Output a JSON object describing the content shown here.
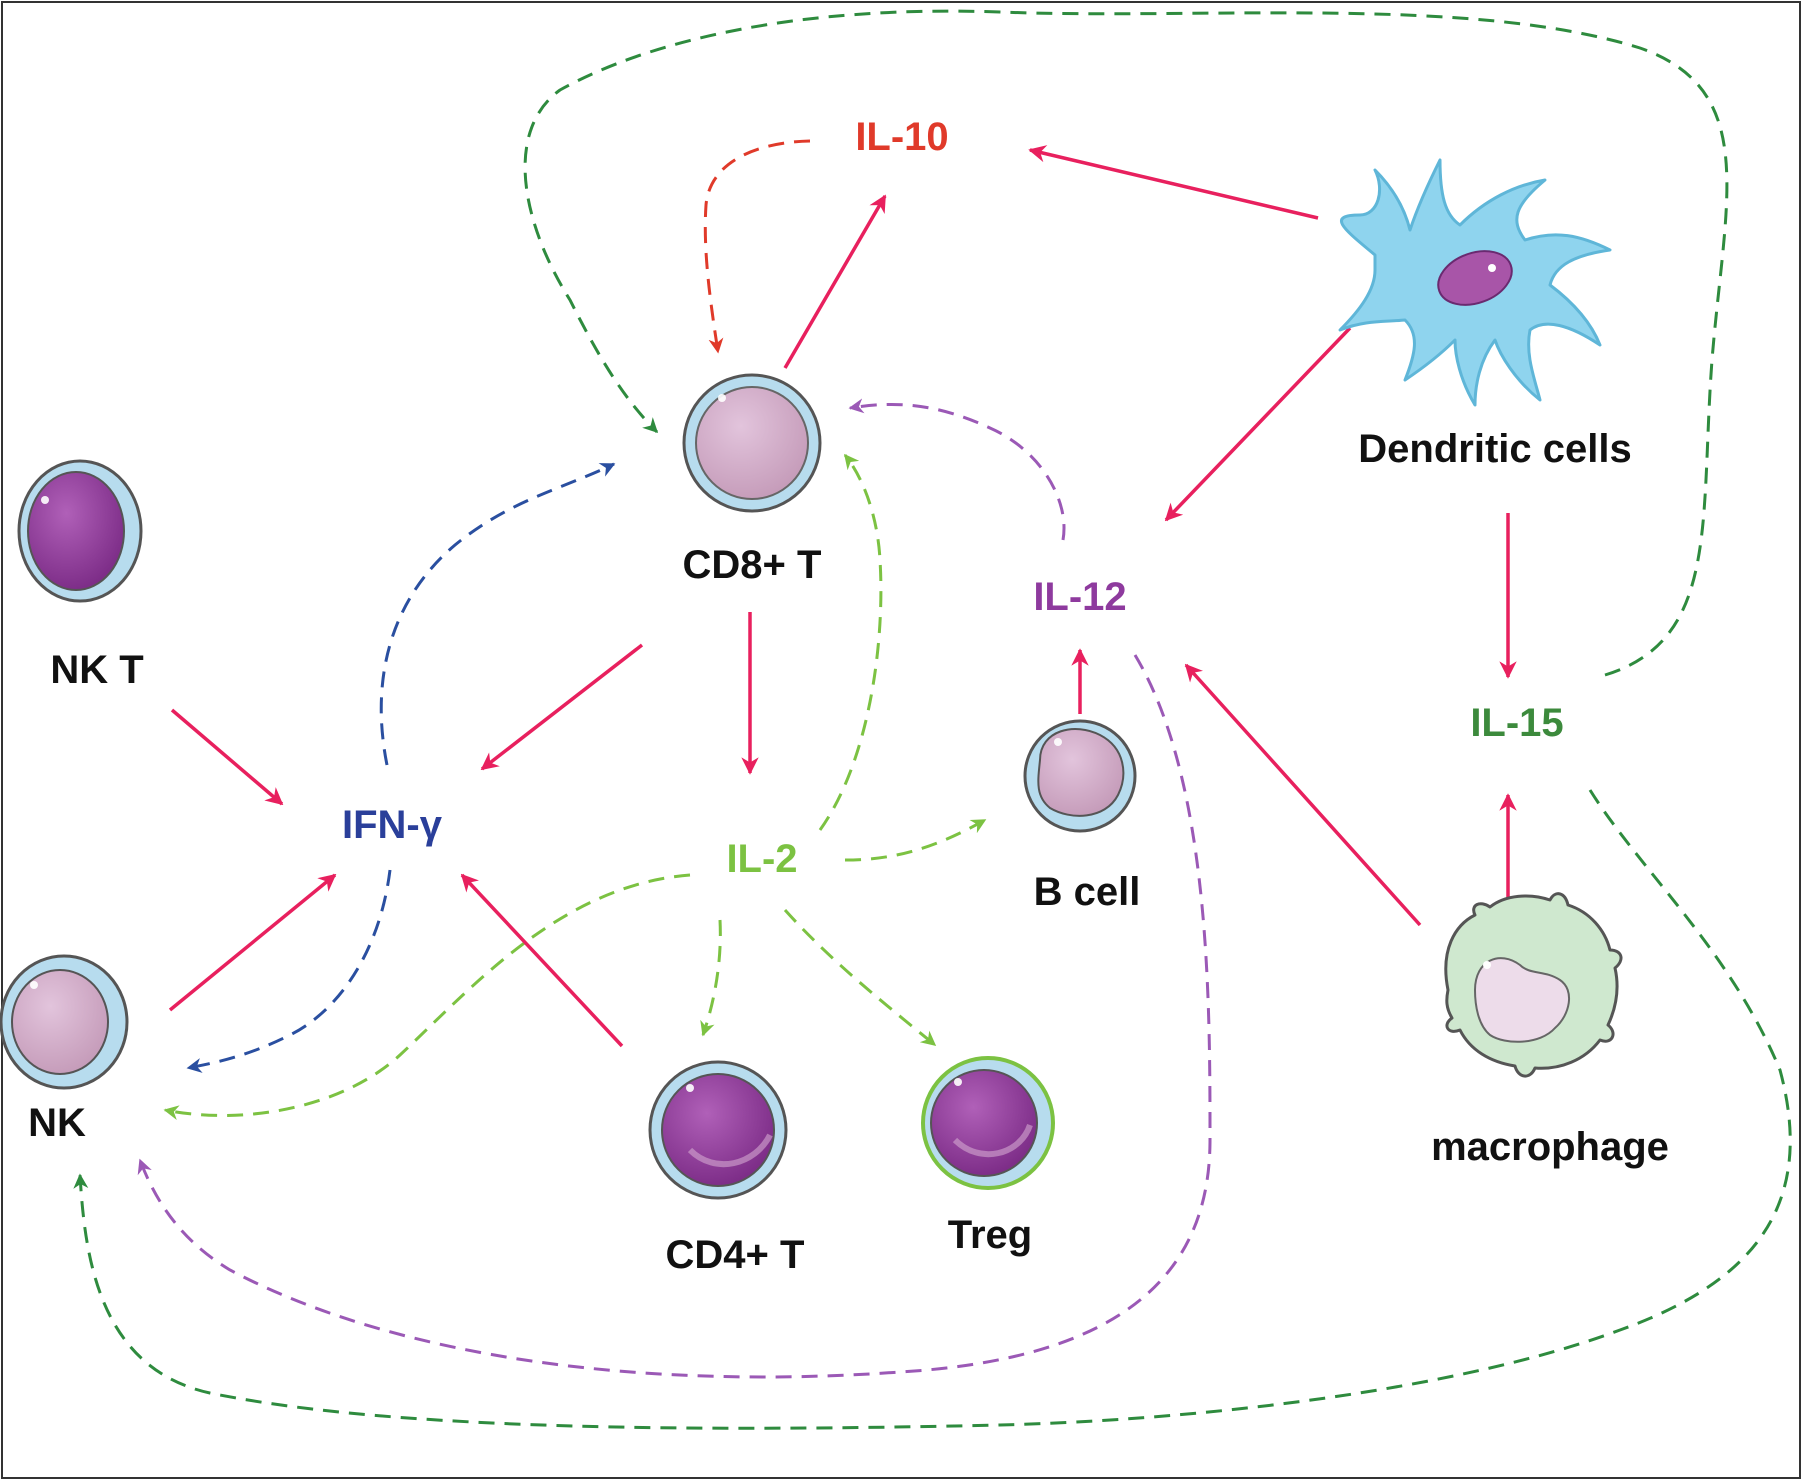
{
  "diagram": {
    "cells": {
      "nkt": "NK T",
      "nk": "NK",
      "cd8": "CD8+ T",
      "cd4": "CD4+ T",
      "treg": "Treg",
      "bcell": "B cell",
      "dendritic": "Dendritic cells",
      "macrophage": "macrophage"
    },
    "cytokines": {
      "il10": "IL-10",
      "il12": "IL-12",
      "il15": "IL-15",
      "il2": "IL-2",
      "ifng": "IFN-γ"
    },
    "colors": {
      "production_arrow": "#e8205e",
      "il10": "#e03a2a",
      "il12": "#8e3a9e",
      "il15": "#3c8a3c",
      "il2": "#7cc242",
      "ifng": "#2a3f9a",
      "nk_cell_body": "#8e3a97",
      "cell_membrane": "#a9d7ea",
      "dendritic_body": "#8fd4ee",
      "macrophage_body": "#cfe8cf"
    },
    "edges": [
      {
        "from": "CD8+ T",
        "to": "IL-10",
        "style": "solid"
      },
      {
        "from": "Dendritic cells",
        "to": "IL-10",
        "style": "solid"
      },
      {
        "from": "Dendritic cells",
        "to": "IL-12",
        "style": "solid"
      },
      {
        "from": "Dendritic cells",
        "to": "IL-15",
        "style": "solid"
      },
      {
        "from": "macrophage",
        "to": "IL-12",
        "style": "solid"
      },
      {
        "from": "macrophage",
        "to": "IL-15",
        "style": "solid"
      },
      {
        "from": "B cell",
        "to": "IL-12",
        "style": "solid"
      },
      {
        "from": "CD8+ T",
        "to": "IL-2",
        "style": "solid"
      },
      {
        "from": "CD8+ T",
        "to": "IFN-γ",
        "style": "solid"
      },
      {
        "from": "NK T",
        "to": "IFN-γ",
        "style": "solid"
      },
      {
        "from": "NK",
        "to": "IFN-γ",
        "style": "solid"
      },
      {
        "from": "CD4+ T",
        "to": "IFN-γ",
        "style": "solid"
      },
      {
        "from": "IL-10",
        "to": "CD8+ T",
        "style": "dashed"
      },
      {
        "from": "IL-15",
        "to": "CD8+ T",
        "style": "dashed"
      },
      {
        "from": "IL-15",
        "to": "NK",
        "style": "dashed"
      },
      {
        "from": "IL-12",
        "to": "CD8+ T",
        "style": "dashed"
      },
      {
        "from": "IL-12",
        "to": "NK",
        "style": "dashed"
      },
      {
        "from": "IFN-γ",
        "to": "CD8+ T",
        "style": "dashed"
      },
      {
        "from": "IFN-γ",
        "to": "NK",
        "style": "dashed"
      },
      {
        "from": "IL-2",
        "to": "CD8+ T",
        "style": "dashed"
      },
      {
        "from": "IL-2",
        "to": "B cell",
        "style": "dashed"
      },
      {
        "from": "IL-2",
        "to": "CD4+ T",
        "style": "dashed"
      },
      {
        "from": "IL-2",
        "to": "Treg",
        "style": "dashed"
      },
      {
        "from": "IL-2",
        "to": "NK",
        "style": "dashed"
      }
    ]
  }
}
